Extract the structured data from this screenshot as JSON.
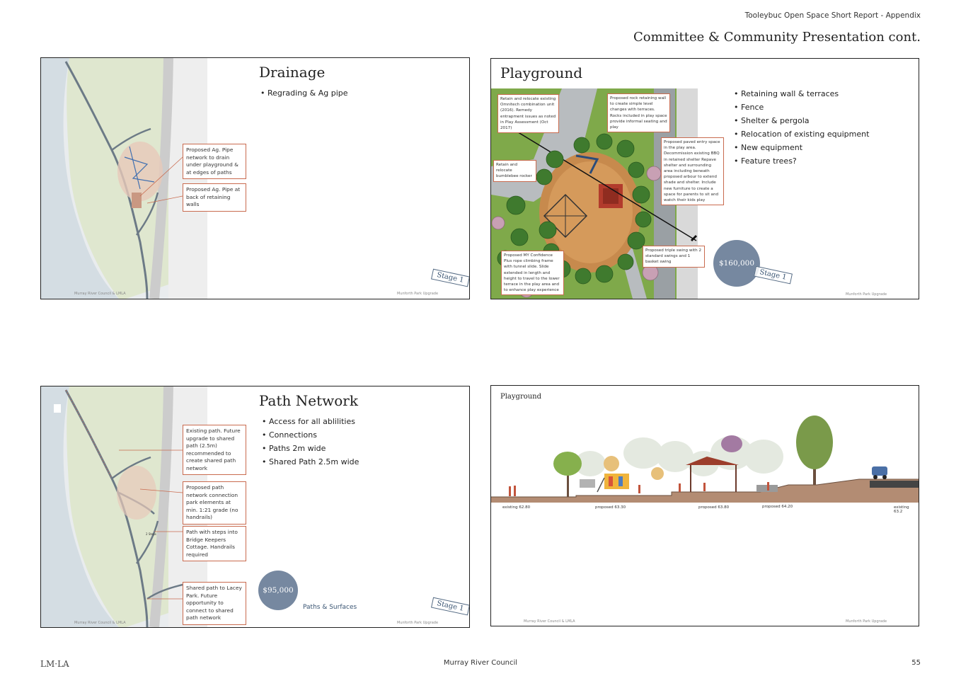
{
  "header": {
    "report": "Tooleybuc Open Space Short Report - Appendix",
    "title": "Committee & Community Presentation cont."
  },
  "slides": {
    "drainage": {
      "title": "Drainage",
      "bullets": [
        "Regrading & Ag pipe"
      ],
      "callouts": [
        "Proposed Ag. Pipe network to drain under playground & at edges of paths",
        "Proposed Ag. Pipe at back of retaining walls"
      ],
      "stamp": "Stage 1",
      "credit_left": "Murray River Council & LMLA",
      "credit_right": "Munforth Park Upgrade"
    },
    "playground": {
      "title": "Playground",
      "bullets": [
        "Retaining wall & terraces",
        "Fence",
        "Shelter & pergola",
        "Relocation of existing equipment",
        "New equipment",
        "Feature trees?"
      ],
      "callouts": [
        "Retain and relocate existing Omnitech combination unit (2016). Remedy entrapment issues as noted in Play Assessment (Oct 2017)",
        "Proposed rock retaining wall to create simple level changes with terraces. Rocks included in play space provide informal seating and play",
        "Retain and relocate bumblebee rocker",
        "Proposed paved entry space in the play area. Decommission existing BBQ in retained shelter Repave shelter and surrounding area including beneath proposed arbour to extend shade and shelter. Include new furniture to create a space for parents to sit and watch their kids play",
        "Proposed triple swing with 2 standard swings and 1 basket swing",
        "Proposed MY Confidence Plus rope climbing frame with tunnel slide. Slide extended in length and height to travel to the lower terrace in the play area and to enhance play experience"
      ],
      "cost": "$160,000",
      "stamp": "Stage 1",
      "credit_right": "Munforth Park Upgrade"
    },
    "paths": {
      "title": "Path Network",
      "bullets": [
        "Access for all ablilities",
        "Connections",
        "Paths 2m wide",
        "Shared Path 2.5m wide"
      ],
      "callouts": [
        "Existing path. Future upgrade to shared path (2.5m) recommended to create shared path network",
        "Proposed path network connection park elements at min. 1:21 grade (no handrails)",
        "Path with steps into Bridge Keepers Cottage. Handrails required",
        "Shared path to Lacey Park. Future opportunity to connect to shared path network"
      ],
      "cost": "$95,000",
      "caption": "Paths & Surfaces",
      "stamp": "Stage 1",
      "credit_left": "Murray River Council & LMLA",
      "credit_right": "Munforth Park Upgrade"
    },
    "section": {
      "subtitle": "Playground",
      "levels": [
        "existing 62.80",
        "proposed 63.30",
        "proposed 63.80",
        "proposed 64.20",
        "existing 63.2"
      ],
      "credit_left": "Murray River Council & LMLA",
      "credit_right": "Munforth Park Upgrade"
    }
  },
  "footer": {
    "logo": "LM·LA",
    "org": "Murray River Council",
    "page": "55"
  }
}
